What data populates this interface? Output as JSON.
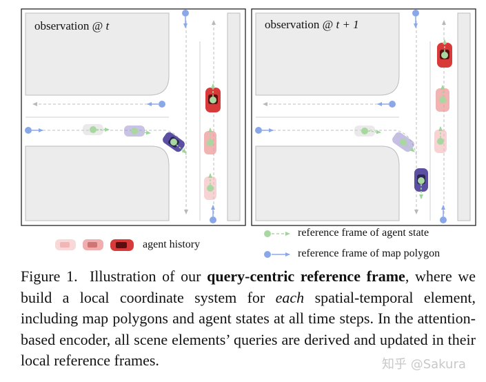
{
  "panels": [
    {
      "title_prefix": "observation @ ",
      "title_var": "t"
    },
    {
      "title_prefix": "observation @ ",
      "title_var": "t + 1"
    }
  ],
  "legend": {
    "agent_history": "agent history",
    "agent_state_frame": "reference frame of agent state",
    "map_polygon_frame": "reference frame of map polygon"
  },
  "caption": {
    "label": "Figure 1.",
    "part1": "Illustration of our",
    "bold": "query-centric reference frame",
    "part2": ", where we build a local coordinate system for",
    "italic": "each",
    "part3": "spatial-temporal element, including map polygons and agent states at all time steps. In the attention-based encoder, all scene elements’ queries are derived and updated in their local reference frames."
  },
  "watermark": "知乎 @Sakura",
  "colors": {
    "agent_red": "#d83a3a",
    "agent_purple": "#6a5fb0",
    "map_frame_blue": "#8aa8e8",
    "agent_frame_green": "#a8d8a0",
    "road_gray": "#f0f0f0"
  }
}
